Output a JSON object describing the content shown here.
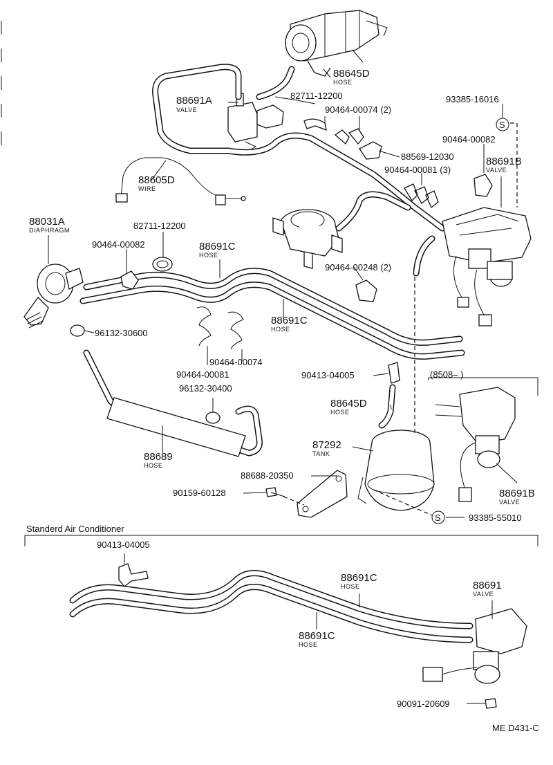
{
  "labels": {
    "l_88645d_top": "88645D",
    "l_88645d_top_sub": "HOSE",
    "l_88691a": "88691A",
    "l_88691a_sub": "VALVE",
    "l_82711_top": "82711-12200",
    "l_90464_00074_2": "90464-00074 (2)",
    "l_93385_16016": "93385-16016",
    "l_90464_00082_r": "90464-00082",
    "l_88569": "88569-12030",
    "l_88691b_top": "88691B",
    "l_88691b_top_sub": "VALVE",
    "l_90464_00081_3": "90464-00081 (3)",
    "l_88605d": "88605D",
    "l_88605d_sub": "WIRE",
    "l_88031a": "88031A",
    "l_88031a_sub": "DIAPHRAGM",
    "l_82711_left": "82711-12200",
    "l_90464_00082_l": "90464-00082",
    "l_88691c_a": "88691C",
    "l_88691c_a_sub": "HOSE",
    "l_90464_00248": "90464-00248 (2)",
    "l_88691c_b": "88691C",
    "l_88691c_b_sub": "HOSE",
    "l_96132_30600": "96132-30600",
    "l_90464_00074": "90464-00074",
    "l_90464_00081": "90464-00081",
    "l_90413_04005_top": "90413-04005",
    "l_8508": "(8508–          )",
    "l_96132_30400": "96132-30400",
    "l_88645d_mid": "88645D",
    "l_88645d_mid_sub": "HOSE",
    "l_87292": "87292",
    "l_87292_sub": "TANK",
    "l_88689": "88689",
    "l_88689_sub": "HOSE",
    "l_88688": "88688-20350",
    "l_90159": "90159-60128",
    "l_88691b_bot": "88691B",
    "l_88691b_bot_sub": "VALVE",
    "l_93385_55010": "93385-55010",
    "section_title": "Standerd Air Conditioner",
    "l_90413_04005_bot": "90413-04005",
    "l_88691c_c": "88691C",
    "l_88691c_c_sub": "HOSE",
    "l_88691": "88691",
    "l_88691_sub": "VALVE",
    "l_88691c_d": "88691C",
    "l_88691c_d_sub": "HOSE",
    "l_90091": "90091-20609",
    "ref_code": "ME D431-C",
    "s_symbol": "S"
  }
}
